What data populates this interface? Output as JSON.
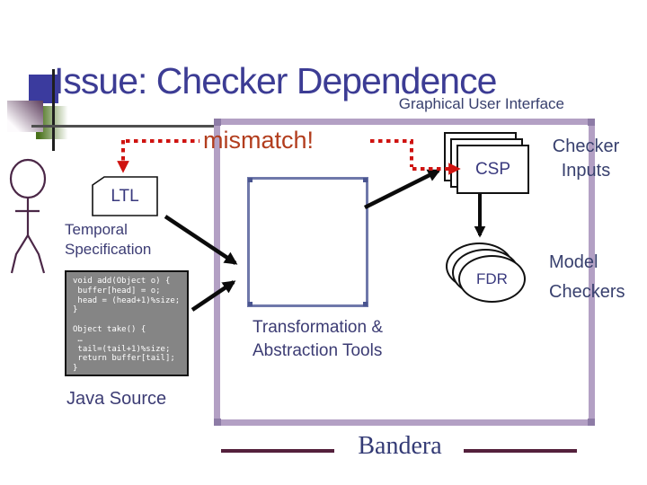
{
  "slide": {
    "title": "Issue: Checker Dependence",
    "subtitle": "Graphical User Interface",
    "footer_brand": "Bandera"
  },
  "labels": {
    "mismatch": "mismatch!",
    "spec_box": "LTL",
    "spec_caption": {
      "line1": "Temporal",
      "line2": "Specification"
    },
    "source_caption": "Java Source",
    "tools_caption": {
      "line1": "Transformation &",
      "line2": "Abstraction Tools"
    },
    "inputs_box": "CSP",
    "inputs_caption": {
      "line1": "Checker",
      "line2": "Inputs"
    },
    "checkers_oval": "FDR",
    "checkers_caption": {
      "line1": "Model",
      "line2": "Checkers"
    }
  },
  "code": {
    "java_source": "void add(Object o) {\n buffer[head] = o;\n head = (head+1)%size;\n}\n\nObject take() {\n …\n tail=(tail+1)%size;\n return buffer[tail];\n}"
  },
  "colors": {
    "title_blue": "#3c3c94",
    "caption_blue": "#3c3c74",
    "mismatch_red": "#b23d1d",
    "dotted_red": "#cf1310",
    "frame_purple": "#b3a0c4",
    "toolbox_border_blue": "#6f78aa",
    "footer_rule_maroon": "#54203c",
    "person_maroon": "#4b2747",
    "code_background_gray": "#858585"
  }
}
